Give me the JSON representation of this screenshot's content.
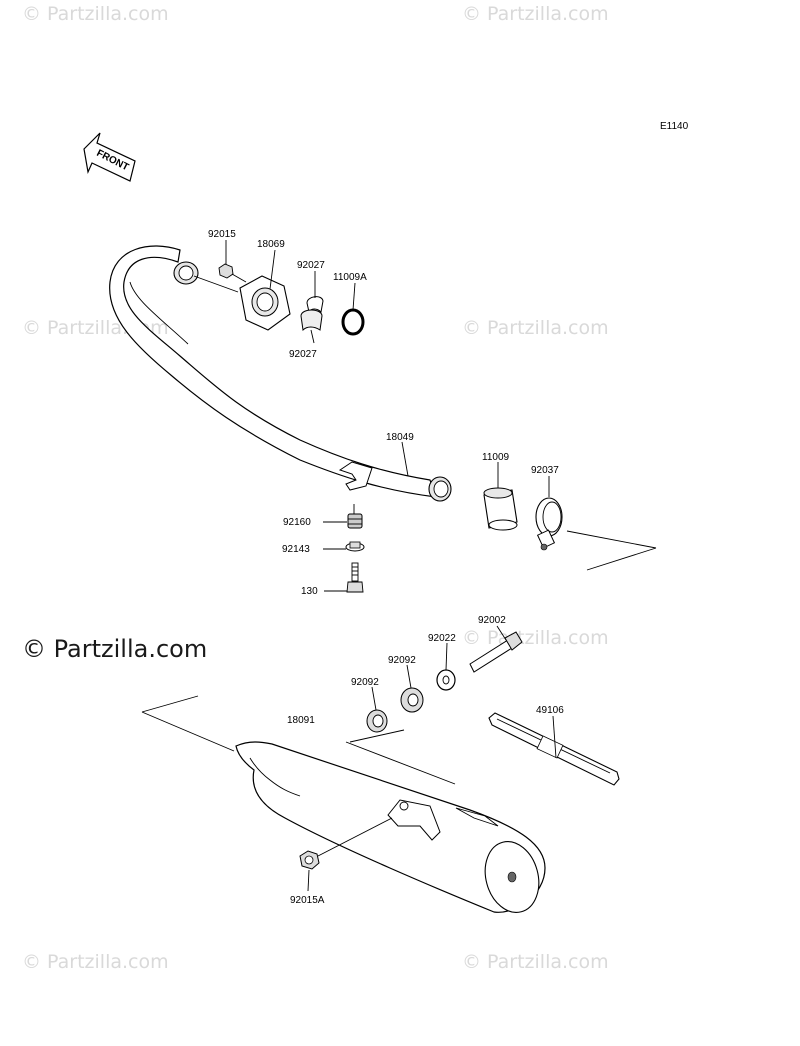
{
  "diagram": {
    "code": "E1140",
    "front_label": "FRONT"
  },
  "watermark": {
    "text": "© Partzilla.com",
    "main_text": "© Partzilla.com"
  },
  "parts": [
    {
      "id": "p-92015",
      "label": "92015"
    },
    {
      "id": "p-18069",
      "label": "18069"
    },
    {
      "id": "p-92027-top",
      "label": "92027"
    },
    {
      "id": "p-11009A",
      "label": "11009A"
    },
    {
      "id": "p-92027-bottom",
      "label": "92027"
    },
    {
      "id": "p-18049",
      "label": "18049"
    },
    {
      "id": "p-11009",
      "label": "11009"
    },
    {
      "id": "p-92037",
      "label": "92037"
    },
    {
      "id": "p-92160",
      "label": "92160"
    },
    {
      "id": "p-92143",
      "label": "92143"
    },
    {
      "id": "p-130",
      "label": "130"
    },
    {
      "id": "p-92002",
      "label": "92002"
    },
    {
      "id": "p-92022",
      "label": "92022"
    },
    {
      "id": "p-92092-top",
      "label": "92092"
    },
    {
      "id": "p-92092-bottom",
      "label": "92092"
    },
    {
      "id": "p-49106",
      "label": "49106"
    },
    {
      "id": "p-18091",
      "label": "18091"
    },
    {
      "id": "p-92015A",
      "label": "92015A"
    }
  ]
}
